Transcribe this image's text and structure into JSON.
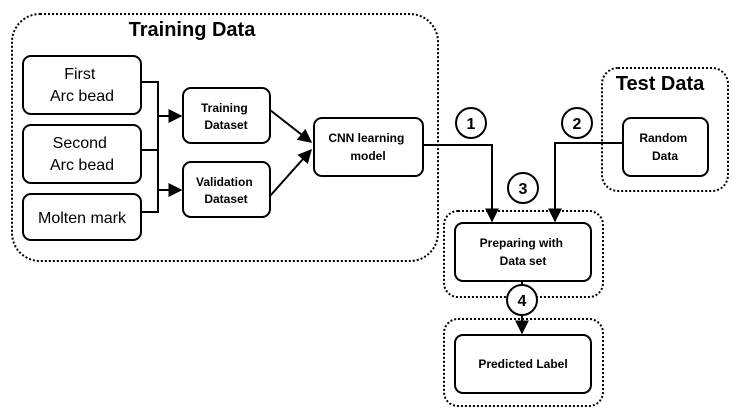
{
  "groups": {
    "training": {
      "title": "Training Data"
    },
    "test": {
      "title": "Test Data"
    }
  },
  "sources": {
    "first_arc_bead": [
      "First",
      "Arc bead"
    ],
    "second_arc_bead": [
      "Second",
      "Arc bead"
    ],
    "molten_mark": [
      "Molten mark"
    ]
  },
  "datasets": {
    "training_dataset": [
      "Training",
      "Dataset"
    ],
    "validation_dataset": [
      "Validation",
      "Dataset"
    ]
  },
  "model": [
    "CNN learning",
    "model"
  ],
  "random_data": [
    "Random",
    "Data"
  ],
  "preparing": [
    "Preparing with",
    "Data set"
  ],
  "predicted": [
    "Predicted Label"
  ],
  "steps": [
    "1",
    "2",
    "3",
    "4"
  ]
}
